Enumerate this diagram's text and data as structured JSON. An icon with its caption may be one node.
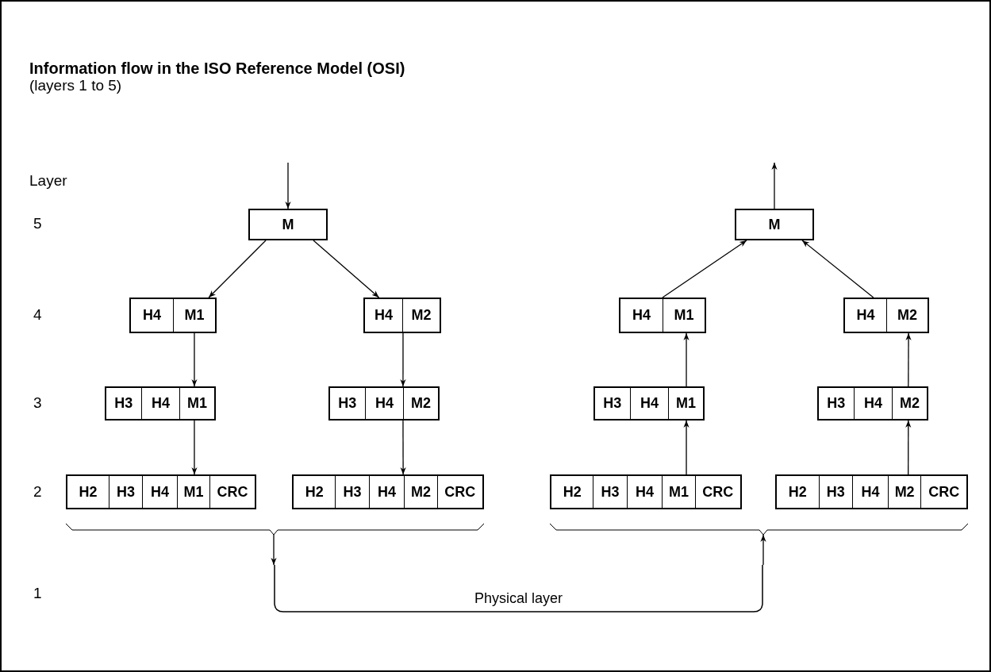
{
  "diagram": {
    "title": "Information flow in the ISO Reference Model (OSI)",
    "nodes": [
      {
        "text": [
          "M"
        ]
      },
      {
        "text": [
          "H4",
          "M1"
        ]
      },
      {
        "text": [
          "H4",
          "M2"
        ]
      },
      {
        "text": [
          "H3",
          "H4",
          "M1"
        ]
      },
      {
        "text": [
          "H3",
          "H4",
          "M2"
        ]
      },
      {
        "text": [
          "H2",
          "H3",
          "H4",
          "M1",
          "CRC"
        ]
      },
      {
        "text": [
          "H2",
          "H3",
          "H4",
          "M2",
          "CRC"
        ]
      },
      {
        "text": [
          "M"
        ]
      },
      {
        "text": [
          "H4",
          "M1"
        ]
      },
      {
        "text": [
          "H4",
          "M2"
        ]
      },
      {
        "text": [
          "H3",
          "H4",
          "M1"
        ]
      },
      {
        "text": [
          "H3",
          "H4",
          "M2"
        ]
      },
      {
        "text": [
          "H2",
          "H3",
          "H4",
          "M1",
          "CRC"
        ]
      },
      {
        "text": [
          "H2",
          "H3",
          "H4",
          "M2",
          "CRC"
        ]
      },
      {
        "text": [
          "Physical layer"
        ]
      }
    ],
    "edges": [
      {
        "from": null,
        "to": 0,
        "arrow": "to"
      },
      {
        "from": 0,
        "to": 1,
        "arrow": "to"
      },
      {
        "from": 0,
        "to": 2,
        "arrow": "to"
      },
      {
        "from": 1,
        "to": 3,
        "arrow": "to"
      },
      {
        "from": 3,
        "to": 5,
        "arrow": "to"
      },
      {
        "from": 2,
        "to": 4,
        "arrow": "to"
      },
      {
        "from": 4,
        "to": 6,
        "arrow": "to"
      },
      {
        "from": 7,
        "to": null,
        "arrow": "to"
      },
      {
        "from": 8,
        "to": 7,
        "arrow": "to"
      },
      {
        "from": 9,
        "to": 7,
        "arrow": "to"
      },
      {
        "from": 10,
        "to": 8,
        "arrow": "to"
      },
      {
        "from": 12,
        "to": 10,
        "arrow": "to"
      },
      {
        "from": 11,
        "to": 9,
        "arrow": "to"
      },
      {
        "from": 13,
        "to": 11,
        "arrow": "to"
      },
      {
        "from": null,
        "to": 14,
        "arrow": "to"
      },
      {
        "from": 14,
        "to": null,
        "arrow": "to"
      }
    ],
    "labels": [
      "(layers 1 to 5)",
      "Layer",
      "5",
      "4",
      "3",
      "2",
      "1"
    ]
  }
}
